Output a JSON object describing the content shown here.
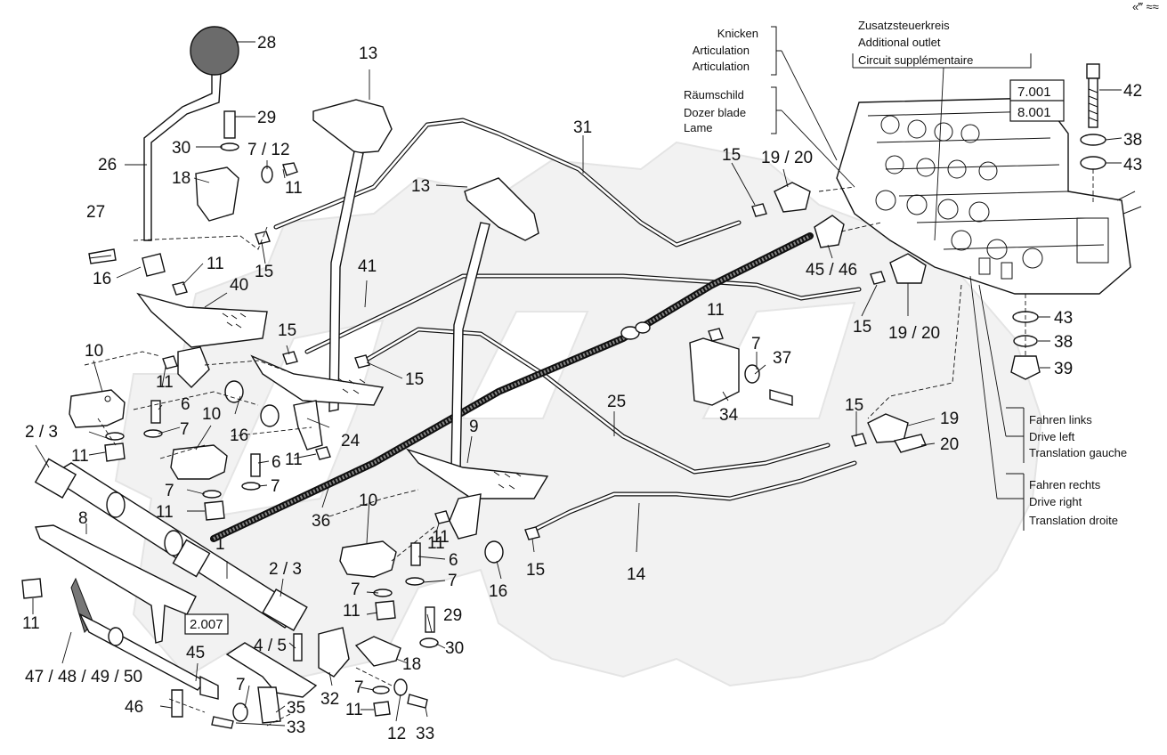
{
  "corner_mark": "«‴ ≈≈",
  "legends": {
    "articulation": [
      "Knicken",
      "Articulation",
      "Articulation"
    ],
    "dozer": [
      "Räumschild",
      "Dozer blade",
      "Lame"
    ],
    "additional": [
      "Zusatzsteuerkreis",
      "Additional outlet",
      "Circuit supplémentaire"
    ],
    "drive_left": [
      "Fahren links",
      "Drive left",
      "Translation gauche"
    ],
    "drive_right": [
      "Fahren rechts",
      "Drive right",
      "Translation droite"
    ]
  },
  "refs": {
    "r1": "7.001",
    "r2": "8.001",
    "r3": "2.007"
  },
  "callouts": {
    "c28": "28",
    "c13a": "13",
    "c13b": "13",
    "c29a": "29",
    "c30a": "30",
    "c712a": "7 / 12",
    "c26": "26",
    "c18a": "18",
    "c11a": "11",
    "c27": "27",
    "c16a": "16",
    "c11b": "11",
    "c15a": "15",
    "c40": "40",
    "c41": "41",
    "c31": "31",
    "c15b": "15",
    "c1920a": "19 / 20",
    "c4546": "45 / 46",
    "c15c": "15",
    "c1920b": "19 / 20",
    "c42": "42",
    "c38a": "38",
    "c43a": "43",
    "c43b": "43",
    "c38b": "38",
    "c39": "39",
    "c10a": "10",
    "c11c": "11",
    "c6a": "6",
    "c7a": "7",
    "c15d": "15",
    "c15e": "15",
    "c16b": "16",
    "c11d": "11",
    "c24": "24",
    "c23": "2 / 3",
    "c10b": "10",
    "c11e": "11",
    "c6b": "6",
    "c7b": "7",
    "c7c": "7",
    "c11f": "11",
    "c36": "36",
    "c25": "25",
    "c9": "9",
    "c11g": "11",
    "c7d": "7",
    "c37": "37",
    "c34": "34",
    "c15f": "15",
    "c19": "19",
    "c20": "20",
    "c8": "8",
    "c11h": "11",
    "c1": "1",
    "c23b": "2 / 3",
    "c10c": "10",
    "c11i": "11",
    "c6c": "6",
    "c7e": "7",
    "c7f": "7",
    "c11j": "11",
    "c15g": "15",
    "c16c": "16",
    "c14": "14",
    "c29b": "29",
    "c30b": "30",
    "c45": "45",
    "c4750": "47 / 48 / 49 / 50",
    "c45b": "4 / 5",
    "c18b": "18",
    "c32": "32",
    "c7g": "7",
    "c11k": "11",
    "c12": "12",
    "c33a": "33",
    "c46": "46",
    "c7h": "7",
    "c35": "35",
    "c33b": "33"
  }
}
